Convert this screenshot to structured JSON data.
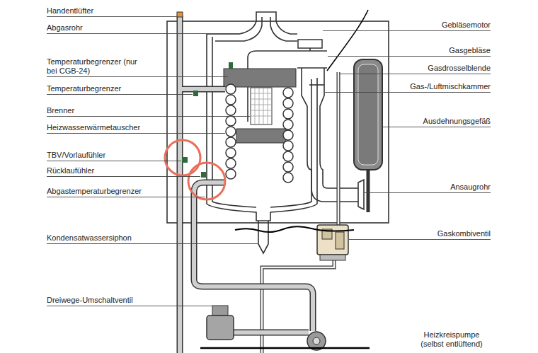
{
  "diagram": {
    "labels": [
      "Handentlüfter",
      "Abgasrohr",
      "Temperaturbegrenzer (nur bei CGB-24)",
      "Temperaturbegrenzer",
      "Brenner",
      "Heizwasserwärmetauscher",
      "TBV/Vorlaufühler",
      "Rücklaufühler",
      "Abgastemperaturbegrenzer",
      "Kondensatwassersiphon",
      "Dreiwege-Umschaltventil",
      "Gebläsemotor",
      "Gasgebläse",
      "Gasdrosselblende",
      "Gas-/Luftmischkammer",
      "Ausdehnungsgefäß",
      "Ansaugrohr",
      "Gaskombiventil",
      "Heizkreispumpe (selbst entlüftend)"
    ]
  }
}
